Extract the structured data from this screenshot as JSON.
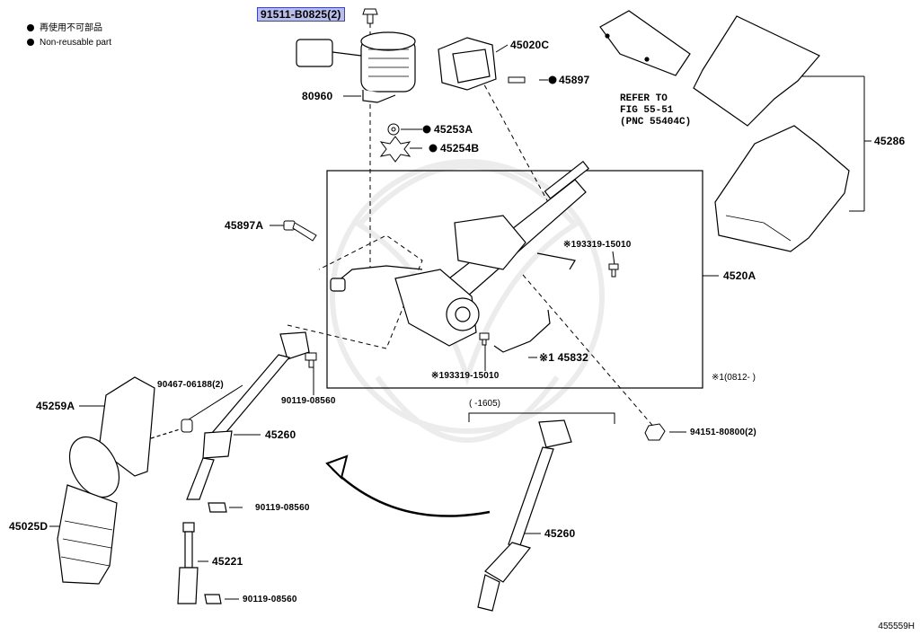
{
  "legend": {
    "item1": "再使用不可部品",
    "item2": "Non-reusable part"
  },
  "parts": {
    "p91511": "91511-B0825(2)",
    "p80960": "80960",
    "p45020C": "45020C",
    "p45897": "45897",
    "p45253A": "45253A",
    "p45254B": "45254B",
    "p45286": "45286",
    "p45897A": "45897A",
    "p193319a": "※193319-15010",
    "p4520A": "4520A",
    "p193319b": "※193319-15010",
    "p45832": "※1 45832",
    "p90467": "90467-06188(2)",
    "p90119a": "90119-08560",
    "p45259A": "45259A",
    "p45260a": "45260",
    "p90119b": "90119-08560",
    "p45025D": "45025D",
    "p45221": "45221",
    "p90119c": "90119-08560",
    "p94151": "94151-80800(2)",
    "p45260b": "45260"
  },
  "refer": {
    "line1": "REFER TO",
    "line2": "FIG 55-51",
    "line3": "(PNC 55404C)"
  },
  "notes": {
    "range1": "※1(0812-     )",
    "range2": "(     -1605)"
  },
  "diagram_code": "455559H",
  "colors": {
    "highlight_fill": "#b9bde9",
    "highlight_border": "#3b44b0",
    "line": "#000000"
  }
}
